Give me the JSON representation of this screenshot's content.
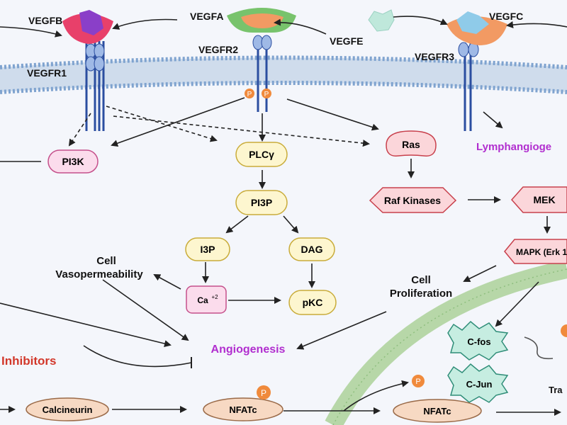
{
  "receptors": {
    "vegfr1": "VEGFR1",
    "vegfr2": "VEGFR2",
    "vegfr3": "VEGFR3"
  },
  "ligands": {
    "vegfa": "VEGFA",
    "vegfb": "VEGFB",
    "vegfc": "VEGFC",
    "vegfe": "VEGFE"
  },
  "phospho": "P",
  "nodes": {
    "pi3k": "PI3K",
    "plcg": "PLCγ",
    "pi3p": "PI3P",
    "i3p": "I3P",
    "dag": "DAG",
    "ca_base": "Ca",
    "ca_sup": "+2",
    "pkc": "pKC",
    "ras": "Ras",
    "raf": "Raf Kinases",
    "mek": "MEK",
    "mapk": "MAPK (Erk 1",
    "calcineurin": "Calcineurin",
    "nfatc_cyto": "NFATc",
    "nfatc_nuc": "NFATc",
    "cfos": "C-fos",
    "cjun": "C-Jun"
  },
  "labels": {
    "lymph": "Lymphangioge",
    "vaso_line1": "Cell",
    "vaso_line2": "Vasopermeability",
    "prolif_line1": "Cell",
    "prolif_line2": "Proliferation",
    "angiogenesis": "Angiogenesis",
    "inhibitors": "Inhibitors",
    "transcription": "Tra"
  },
  "colors": {
    "membrane": "#b9cde4",
    "membrane_head": "#7fa3cf",
    "label_purple": "#b12ecf",
    "inhibitor_red": "#d2372a",
    "node_yellow_fill": "#fdf6cf",
    "node_yellow_stroke": "#c9ac3a",
    "node_pink_fill": "#fbdcec",
    "node_pink_stroke": "#c5508b",
    "node_red_fill": "#fbd6da",
    "node_red_stroke": "#c8404c",
    "nfat_fill": "#f7d9c3",
    "nfat_stroke": "#9a6a48",
    "phospho_fill": "#f08a3c",
    "teal_fill": "#c6ede1",
    "teal_stroke": "#2f8d78"
  }
}
